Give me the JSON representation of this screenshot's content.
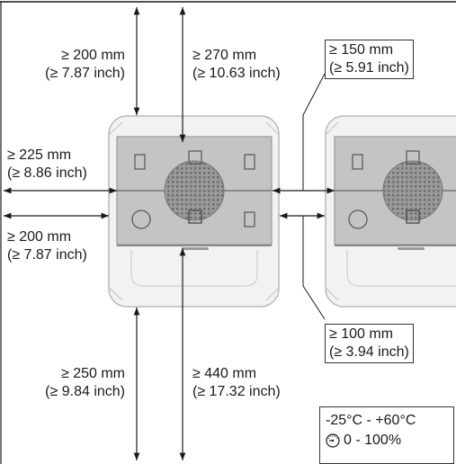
{
  "labels": {
    "top_left": [
      "≥ 200 mm",
      "(≥ 7.87 inch)"
    ],
    "top_center": [
      "≥ 270 mm",
      "(≥ 10.63 inch)"
    ],
    "top_right": [
      "≥ 150 mm",
      "(≥ 5.91 inch)"
    ],
    "left_upper": [
      "≥ 225 mm",
      "(≥ 8.86 inch)"
    ],
    "left_lower": [
      "≥ 200 mm",
      "(≥ 7.87 inch)"
    ],
    "right_lower": [
      "≥ 100 mm",
      "(≥ 3.94 inch)"
    ],
    "bottom_left": [
      "≥ 250 mm",
      "(≥ 9.84 inch)"
    ],
    "bottom_center": [
      "≥ 440 mm",
      "(≥ 17.32 inch)"
    ]
  },
  "environment": {
    "temperature": "-25°C - +60°C",
    "humidity": "0 - 100%"
  },
  "icons": [
    "humidity-gauge-icon"
  ]
}
